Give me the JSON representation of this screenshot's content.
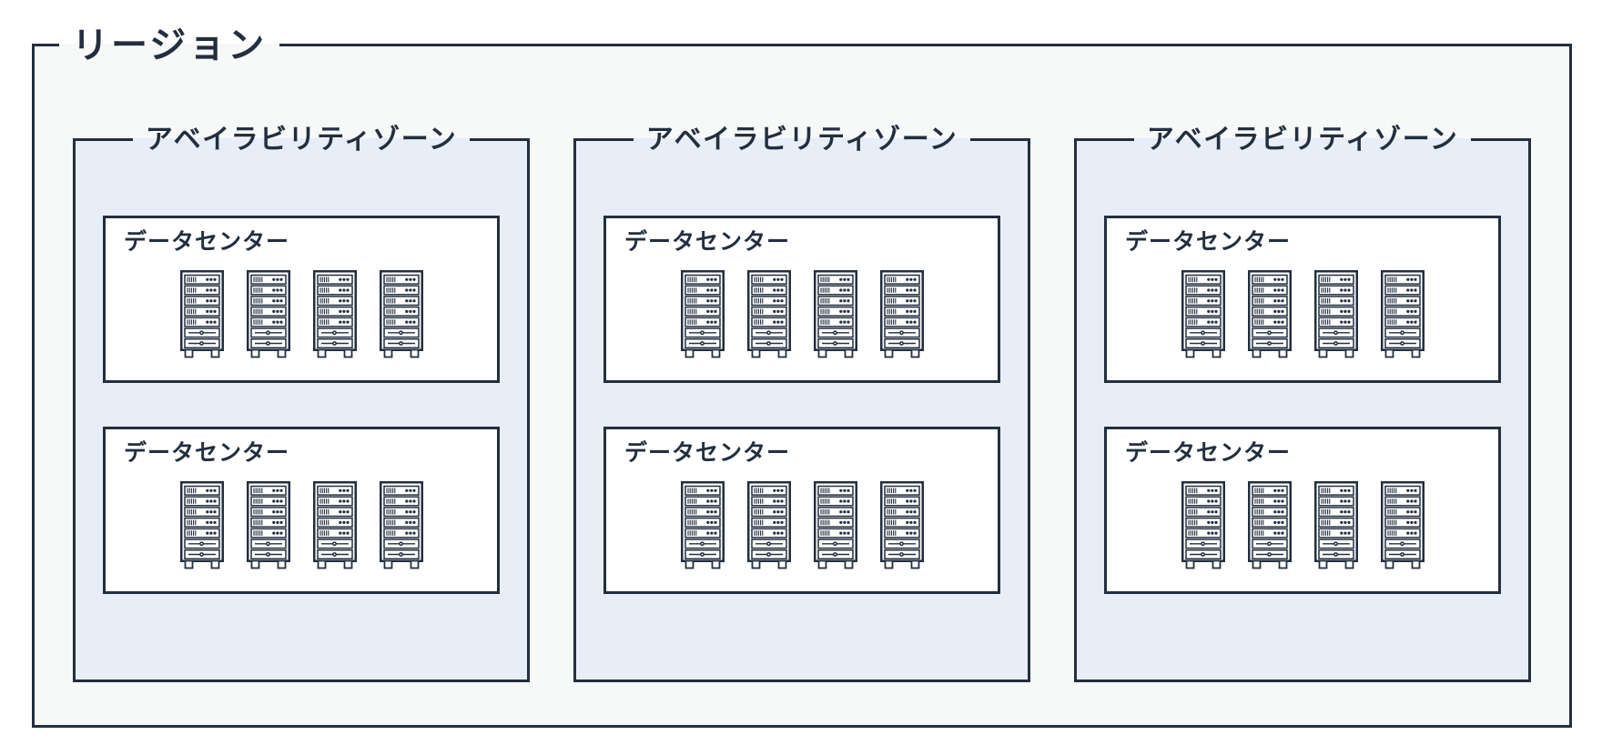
{
  "diagram": {
    "region": {
      "label": "リージョン",
      "availability_zones": [
        {
          "label": "アベイラビリティゾーン",
          "data_centers": [
            {
              "label": "データセンター",
              "rack_count": 4
            },
            {
              "label": "データセンター",
              "rack_count": 4
            }
          ]
        },
        {
          "label": "アベイラビリティゾーン",
          "data_centers": [
            {
              "label": "データセンター",
              "rack_count": 4
            },
            {
              "label": "データセンター",
              "rack_count": 4
            }
          ]
        },
        {
          "label": "アベイラビリティゾーン",
          "data_centers": [
            {
              "label": "データセンター",
              "rack_count": 4
            },
            {
              "label": "データセンター",
              "rack_count": 4
            }
          ]
        }
      ]
    },
    "colors": {
      "outline": "#232f3e",
      "text": "#232f3e",
      "page_bg": "#ffffff",
      "region_fill": "#f7f8f8",
      "az_fill": "#e8eef8",
      "dc_fill": "#ffffff"
    },
    "icons": {
      "rack": "server-rack-icon"
    }
  }
}
